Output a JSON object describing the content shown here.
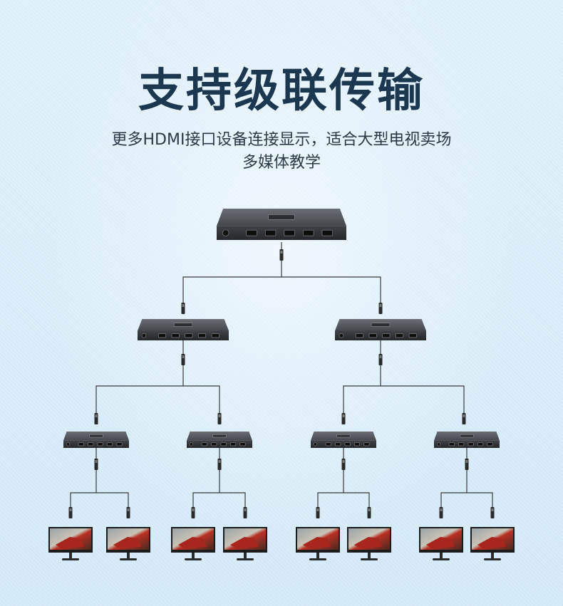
{
  "title": "支持级联传输",
  "subtitle_line1": "更多HDMI接口设备连接显示，适合大型电视卖场",
  "subtitle_line2": "多媒体教学",
  "colors": {
    "background": "#d8ecf8",
    "title": "#1c3850",
    "text": "#2a3a48",
    "line": "#3a3a3a",
    "device": "#3b3e42"
  },
  "diagram": {
    "top_splitter_outputs": 5,
    "level2_splitters": 2,
    "level3_splitters": 4,
    "monitors": 8
  }
}
